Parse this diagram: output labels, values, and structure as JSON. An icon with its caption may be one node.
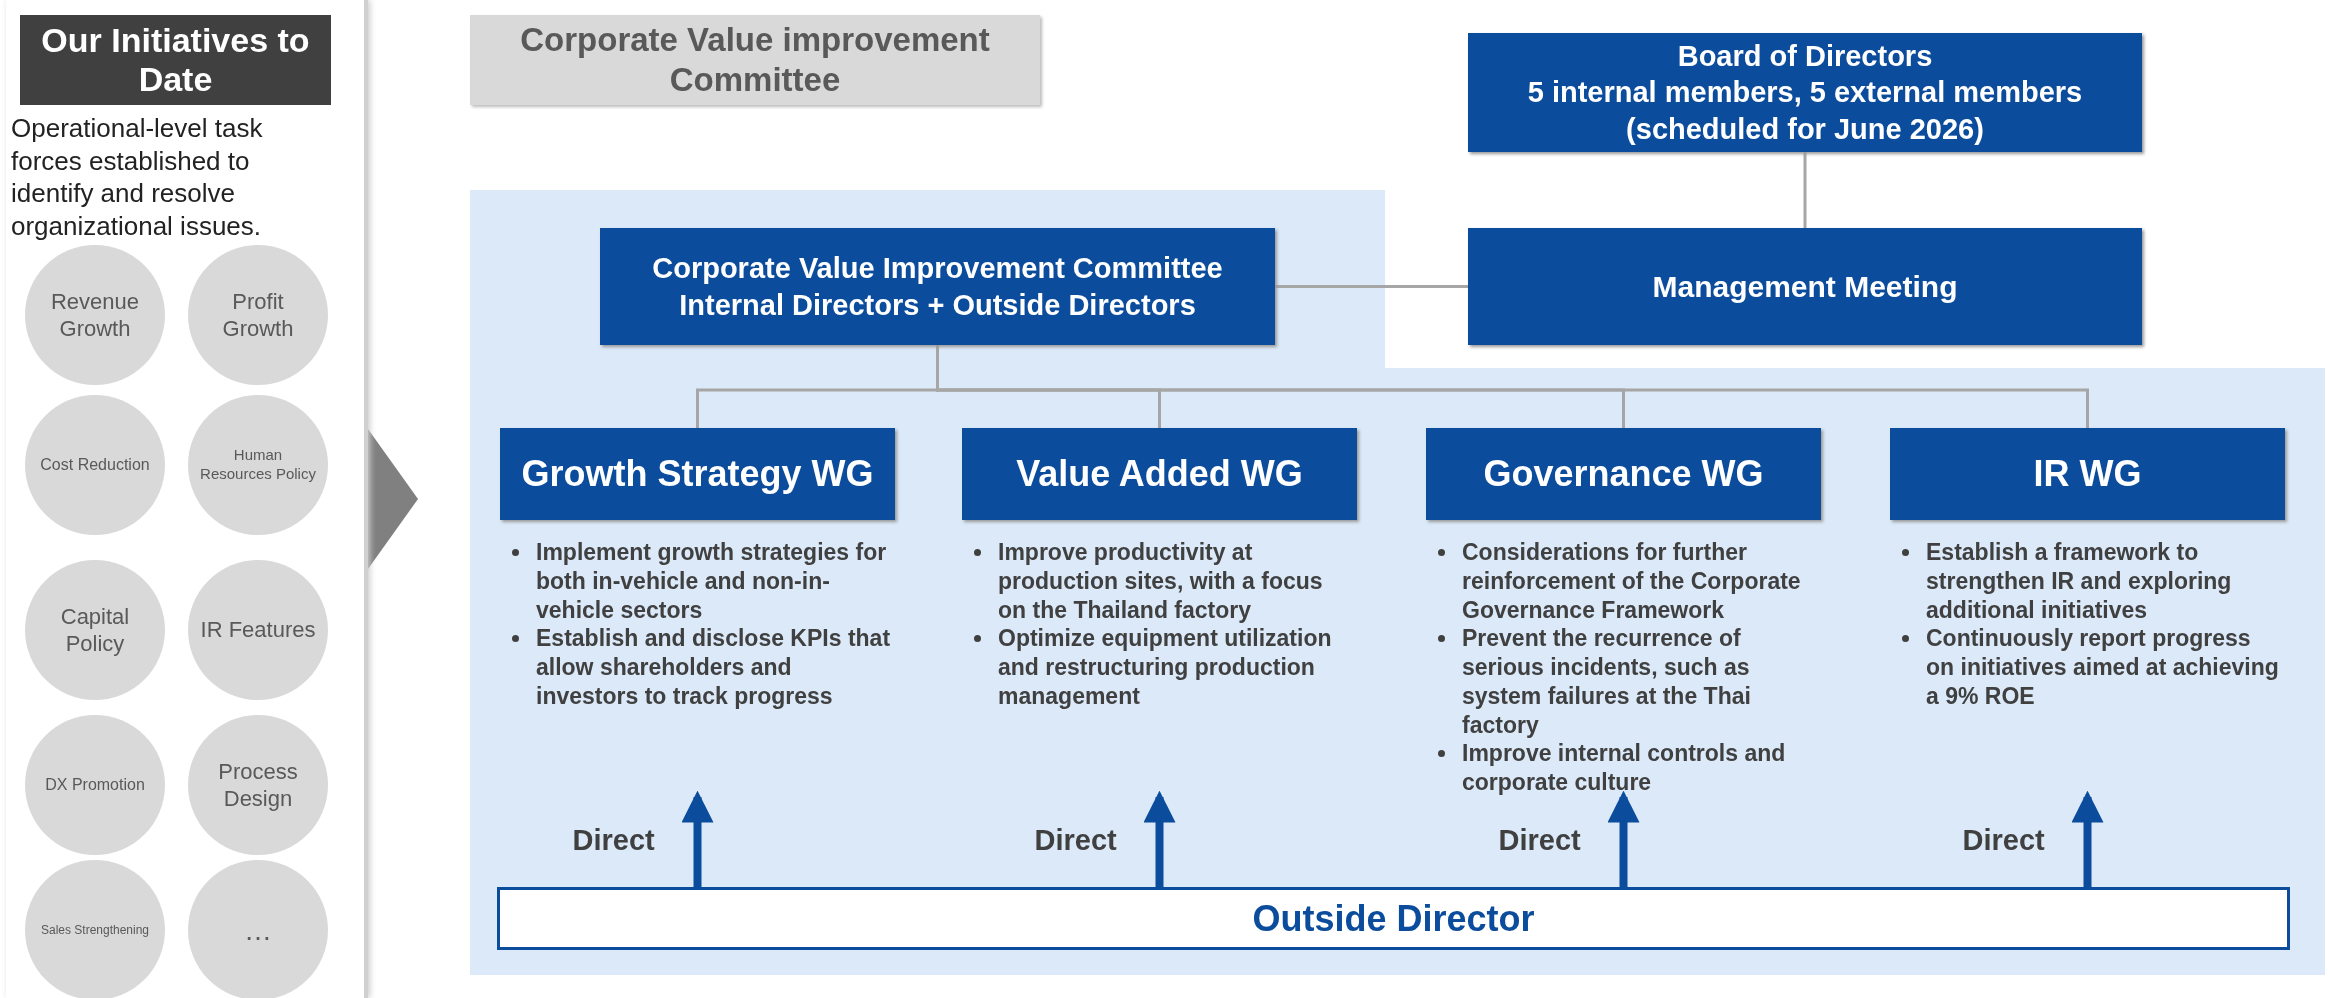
{
  "diagram": {
    "nodes": [
      {
        "text": [
          "Our Initiatives to Date",
          "Operational-level task forces established to identify and resolve organizational issues."
        ]
      },
      {
        "text": [
          "Revenue Growth"
        ],
        "in": 0
      },
      {
        "text": [
          "Profit Growth"
        ],
        "in": 0
      },
      {
        "text": [
          "Cost Reduction"
        ],
        "in": 0
      },
      {
        "text": [
          "Human Resources Policy"
        ],
        "in": 0
      },
      {
        "text": [
          "Capital Policy"
        ],
        "in": 0
      },
      {
        "text": [
          "IR Features"
        ],
        "in": 0
      },
      {
        "text": [
          "DX Promotion"
        ],
        "in": 0
      },
      {
        "text": [
          "Process Design"
        ],
        "in": 0
      },
      {
        "text": [
          "Sales Strengthening"
        ],
        "in": 0
      },
      {
        "text": [
          "…"
        ],
        "in": 0
      },
      {
        "text": [
          "Corporate Value improvement Committee"
        ]
      },
      {
        "text": [
          "Board of Directors",
          "5 internal members, 5 external members (scheduled for June 2026)"
        ]
      },
      {
        "text": [
          "Corporate Value Improvement Committee",
          "Internal Directors + Outside Directors"
        ]
      },
      {
        "text": [
          "Management Meeting"
        ]
      },
      {
        "text": [
          "Growth Strategy WG",
          "Implement growth strategies for both in-vehicle and non-in-vehicle sectors",
          "Establish and disclose KPIs that allow shareholders and investors to track progress"
        ]
      },
      {
        "text": [
          "Value Added WG",
          "Improve productivity at production sites, with a focus on the Thailand factory",
          "Optimize equipment utilization and restructuring production management"
        ]
      },
      {
        "text": [
          "Governance WG",
          "Considerations for further reinforcement of the Corporate Governance Framework",
          "Prevent the recurrence of serious incidents, such as system failures at the Thai factory",
          "Improve internal controls and corporate culture"
        ]
      },
      {
        "text": [
          "IR WG",
          "Establish a framework to strengthen IR and exploring additional initiatives",
          "Continuously report progress on initiatives aimed at achieving a 9% ROE"
        ]
      },
      {
        "text": [
          "Outside Director"
        ]
      }
    ],
    "edges": [
      {
        "from": 0,
        "to": null,
        "arrow": "to"
      },
      {
        "from": 12,
        "to": 14,
        "arrow": "none"
      },
      {
        "from": 13,
        "to": 14,
        "arrow": "none"
      },
      {
        "from": 13,
        "to": 15,
        "arrow": "none"
      },
      {
        "from": 13,
        "to": 16,
        "arrow": "none"
      },
      {
        "from": 13,
        "to": 17,
        "arrow": "none"
      },
      {
        "from": 13,
        "to": 18,
        "arrow": "none"
      },
      {
        "from": 19,
        "to": 15,
        "arrow": "to",
        "label": "Direct",
        "style": "thick",
        "color": "#0b4c9c"
      },
      {
        "from": 19,
        "to": 16,
        "arrow": "to",
        "label": "Direct",
        "style": "thick",
        "color": "#0b4c9c"
      },
      {
        "from": 19,
        "to": 17,
        "arrow": "to",
        "label": "Direct",
        "style": "thick",
        "color": "#0b4c9c"
      },
      {
        "from": 19,
        "to": 18,
        "arrow": "to",
        "label": "Direct",
        "style": "thick",
        "color": "#0b4c9c"
      }
    ]
  }
}
